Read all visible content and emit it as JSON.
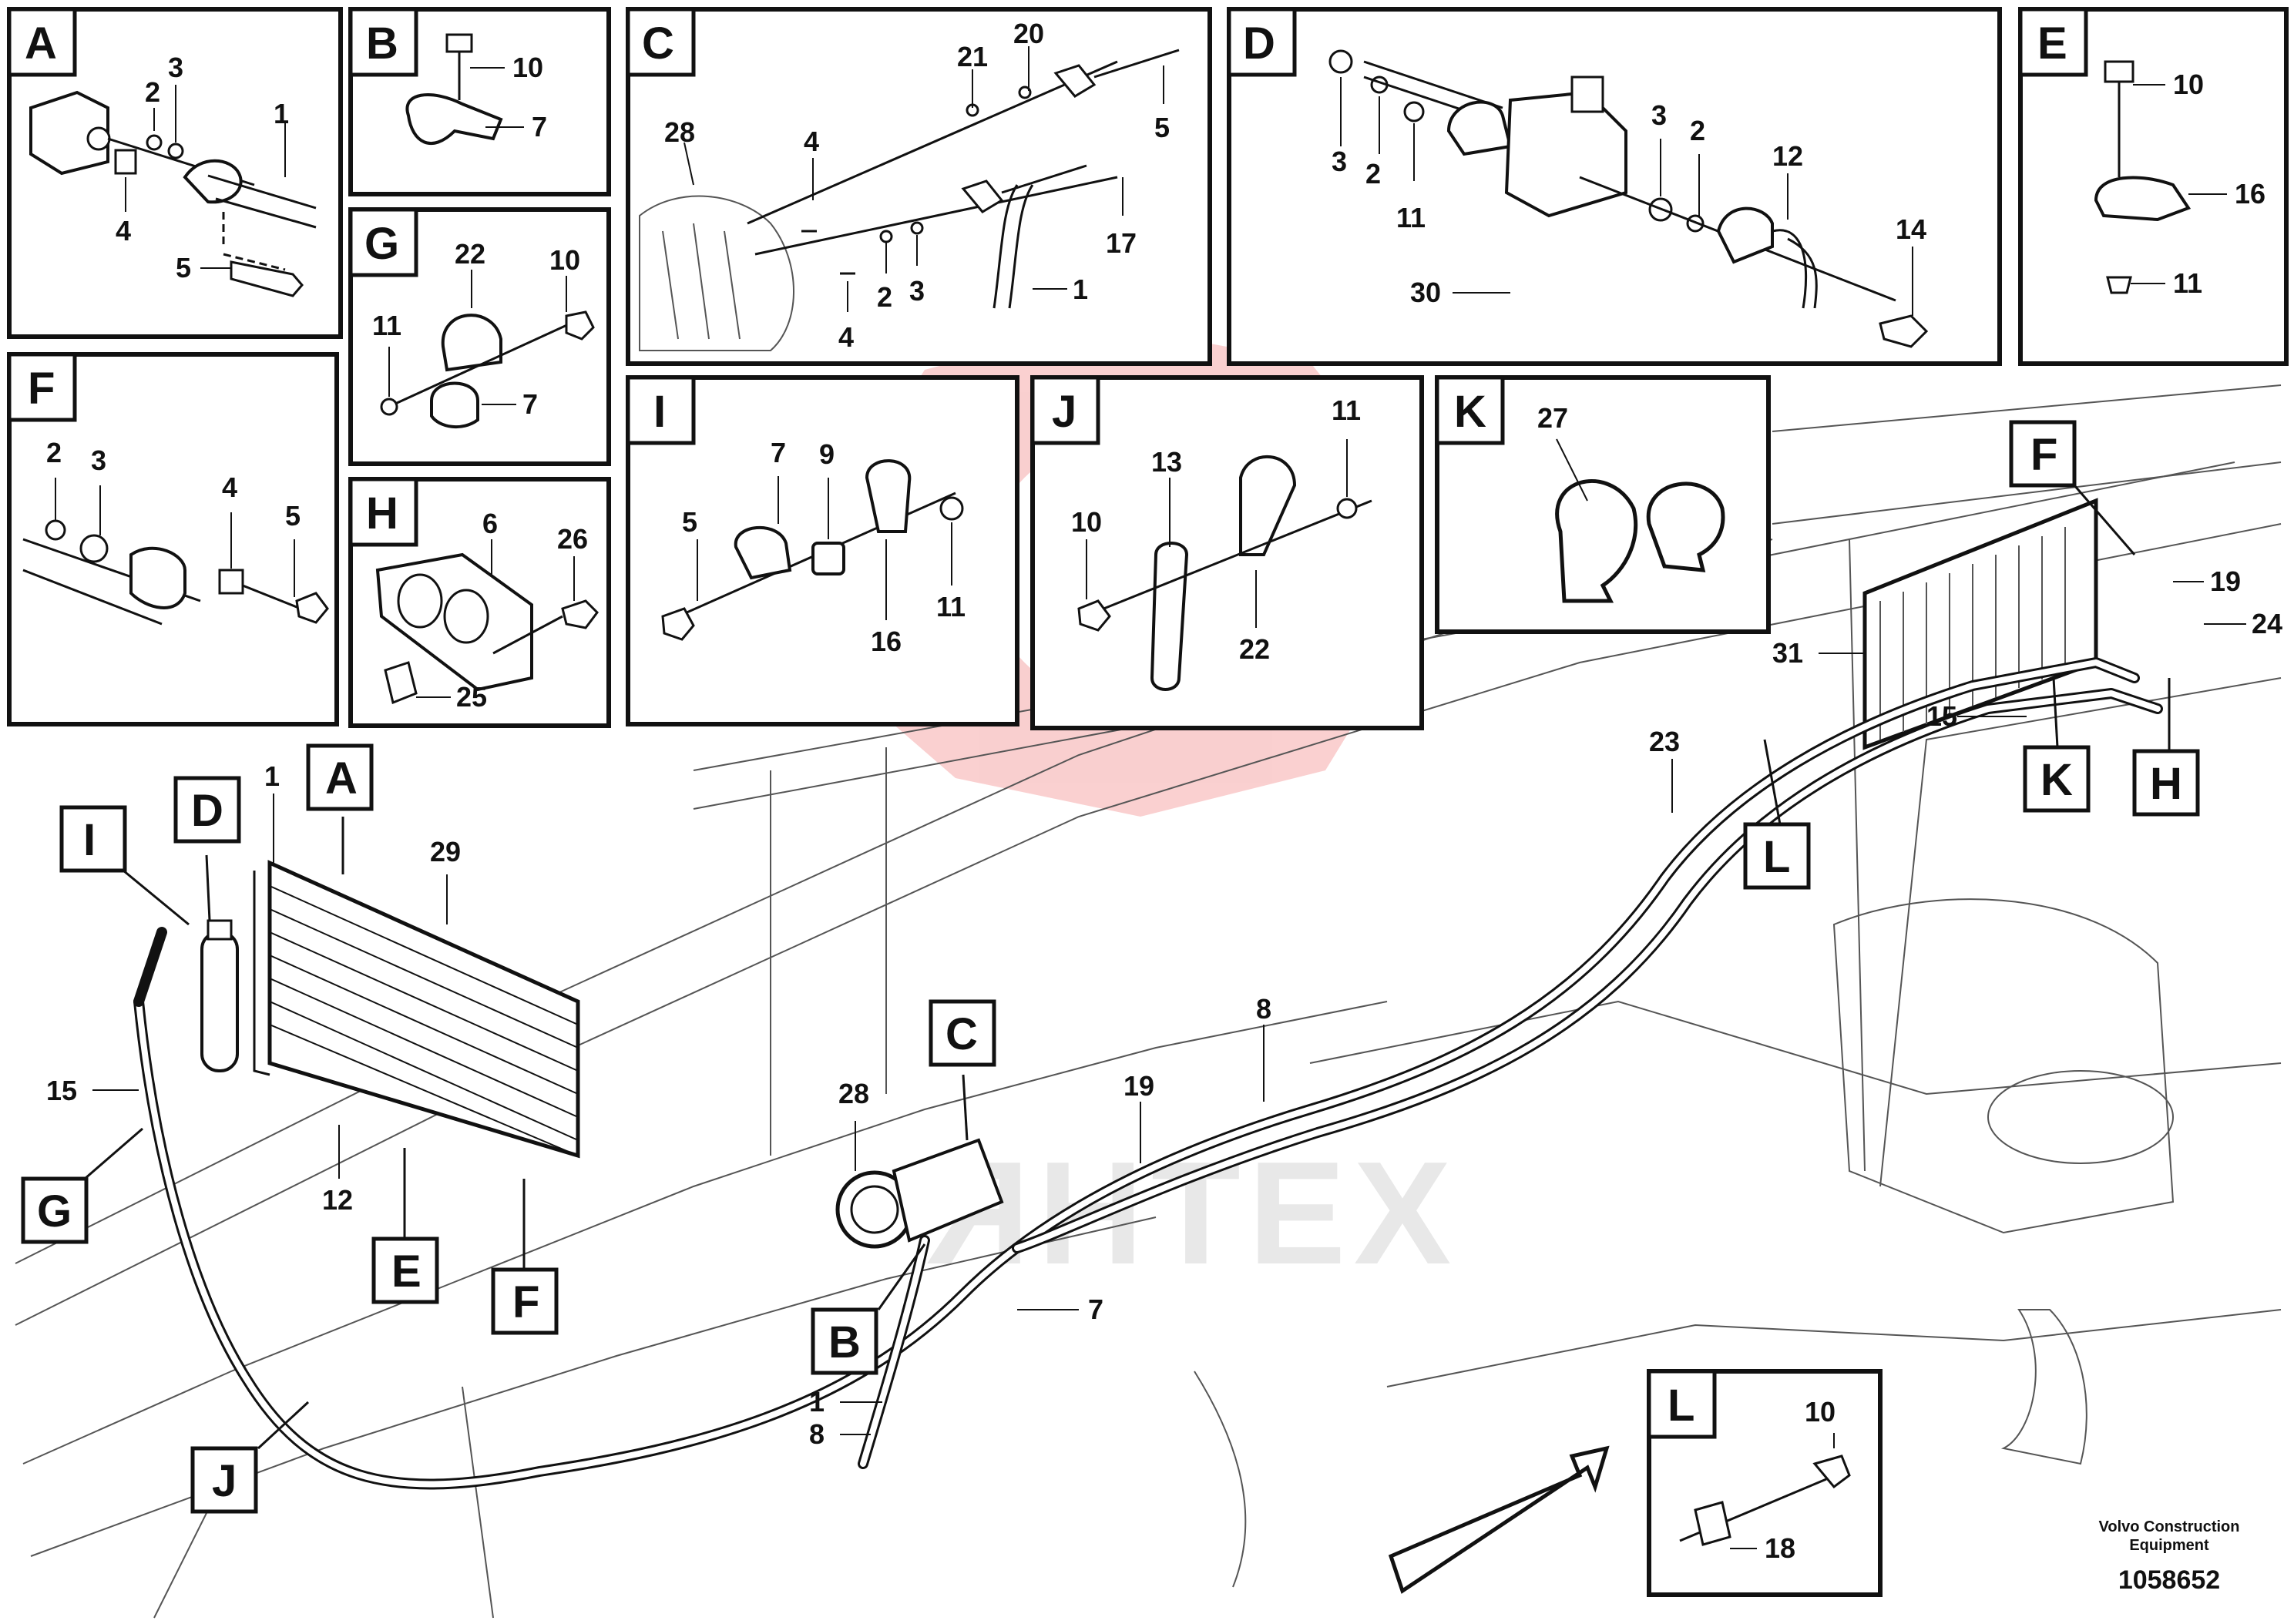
{
  "panels": [
    {
      "id": "A",
      "letter": "A",
      "parts": [
        {
          "n": "1"
        },
        {
          "n": "2"
        },
        {
          "n": "3"
        },
        {
          "n": "4"
        },
        {
          "n": "5"
        }
      ]
    },
    {
      "id": "B",
      "letter": "B",
      "parts": [
        {
          "n": "10"
        },
        {
          "n": "7"
        }
      ]
    },
    {
      "id": "C",
      "letter": "C",
      "parts": [
        {
          "n": "21"
        },
        {
          "n": "20"
        },
        {
          "n": "28"
        },
        {
          "n": "4"
        },
        {
          "n": "5"
        },
        {
          "n": "17"
        },
        {
          "n": "2"
        },
        {
          "n": "3"
        },
        {
          "n": "4"
        },
        {
          "n": "1"
        }
      ]
    },
    {
      "id": "D",
      "letter": "D",
      "parts": [
        {
          "n": "3"
        },
        {
          "n": "2"
        },
        {
          "n": "11"
        },
        {
          "n": "3"
        },
        {
          "n": "2"
        },
        {
          "n": "12"
        },
        {
          "n": "14"
        },
        {
          "n": "30"
        }
      ]
    },
    {
      "id": "E",
      "letter": "E",
      "parts": [
        {
          "n": "10"
        },
        {
          "n": "16"
        },
        {
          "n": "11"
        }
      ]
    },
    {
      "id": "F",
      "letter": "F",
      "parts": [
        {
          "n": "2"
        },
        {
          "n": "3"
        },
        {
          "n": "4"
        },
        {
          "n": "5"
        }
      ]
    },
    {
      "id": "G",
      "letter": "G",
      "parts": [
        {
          "n": "22"
        },
        {
          "n": "10"
        },
        {
          "n": "11"
        },
        {
          "n": "7"
        }
      ]
    },
    {
      "id": "H",
      "letter": "H",
      "parts": [
        {
          "n": "6"
        },
        {
          "n": "26"
        },
        {
          "n": "25"
        }
      ]
    },
    {
      "id": "I",
      "letter": "I",
      "parts": [
        {
          "n": "7"
        },
        {
          "n": "9"
        },
        {
          "n": "5"
        },
        {
          "n": "16"
        },
        {
          "n": "11"
        }
      ]
    },
    {
      "id": "J",
      "letter": "J",
      "parts": [
        {
          "n": "13"
        },
        {
          "n": "11"
        },
        {
          "n": "10"
        },
        {
          "n": "22"
        }
      ]
    },
    {
      "id": "K",
      "letter": "K",
      "parts": [
        {
          "n": "27"
        }
      ]
    },
    {
      "id": "L",
      "letter": "L",
      "parts": [
        {
          "n": "10"
        },
        {
          "n": "18"
        }
      ]
    }
  ],
  "main_callouts": {
    "parts": [
      {
        "n": "1"
      },
      {
        "n": "29"
      },
      {
        "n": "15"
      },
      {
        "n": "12"
      },
      {
        "n": "28"
      },
      {
        "n": "19"
      },
      {
        "n": "8"
      },
      {
        "n": "7"
      },
      {
        "n": "1"
      },
      {
        "n": "8"
      },
      {
        "n": "23"
      },
      {
        "n": "31"
      },
      {
        "n": "15"
      },
      {
        "n": "19"
      },
      {
        "n": "24"
      }
    ],
    "letters": [
      {
        "t": "I"
      },
      {
        "t": "D"
      },
      {
        "t": "A"
      },
      {
        "t": "G"
      },
      {
        "t": "E"
      },
      {
        "t": "F"
      },
      {
        "t": "C"
      },
      {
        "t": "B"
      },
      {
        "t": "J"
      },
      {
        "t": "F"
      },
      {
        "t": "K"
      },
      {
        "t": "H"
      },
      {
        "t": "L"
      }
    ]
  },
  "watermark": {
    "color": "#f07878"
  },
  "footer": {
    "line1": "Volvo Construction",
    "line2": "Equipment",
    "number": "1058652"
  }
}
